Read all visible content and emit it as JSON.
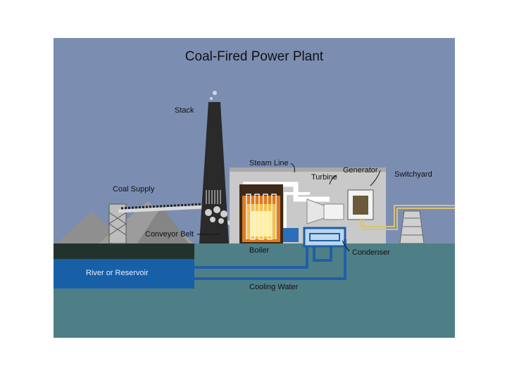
{
  "title": "Coal-Fired Power Plant",
  "labels": {
    "stack": "Stack",
    "steam_line": "Steam Line",
    "turbine": "Turbine",
    "generator": "Generator",
    "switchyard": "Switchyard",
    "coal_supply": "Coal Supply",
    "conveyor_belt": "Conveyor Belt",
    "boiler": "Boiler",
    "condenser": "Condenser",
    "river": "River or Reservoir",
    "cooling_water": "Cooling Water"
  },
  "colors": {
    "sky": "#7b8eb2",
    "ground": "#4f7f86",
    "dark_ground": "#22332d",
    "river": "#1760a8",
    "pipe": "#1f5fa8",
    "building": "#c9c9c9",
    "stack": "#2a2a2a",
    "fire": "#e07a1e"
  }
}
